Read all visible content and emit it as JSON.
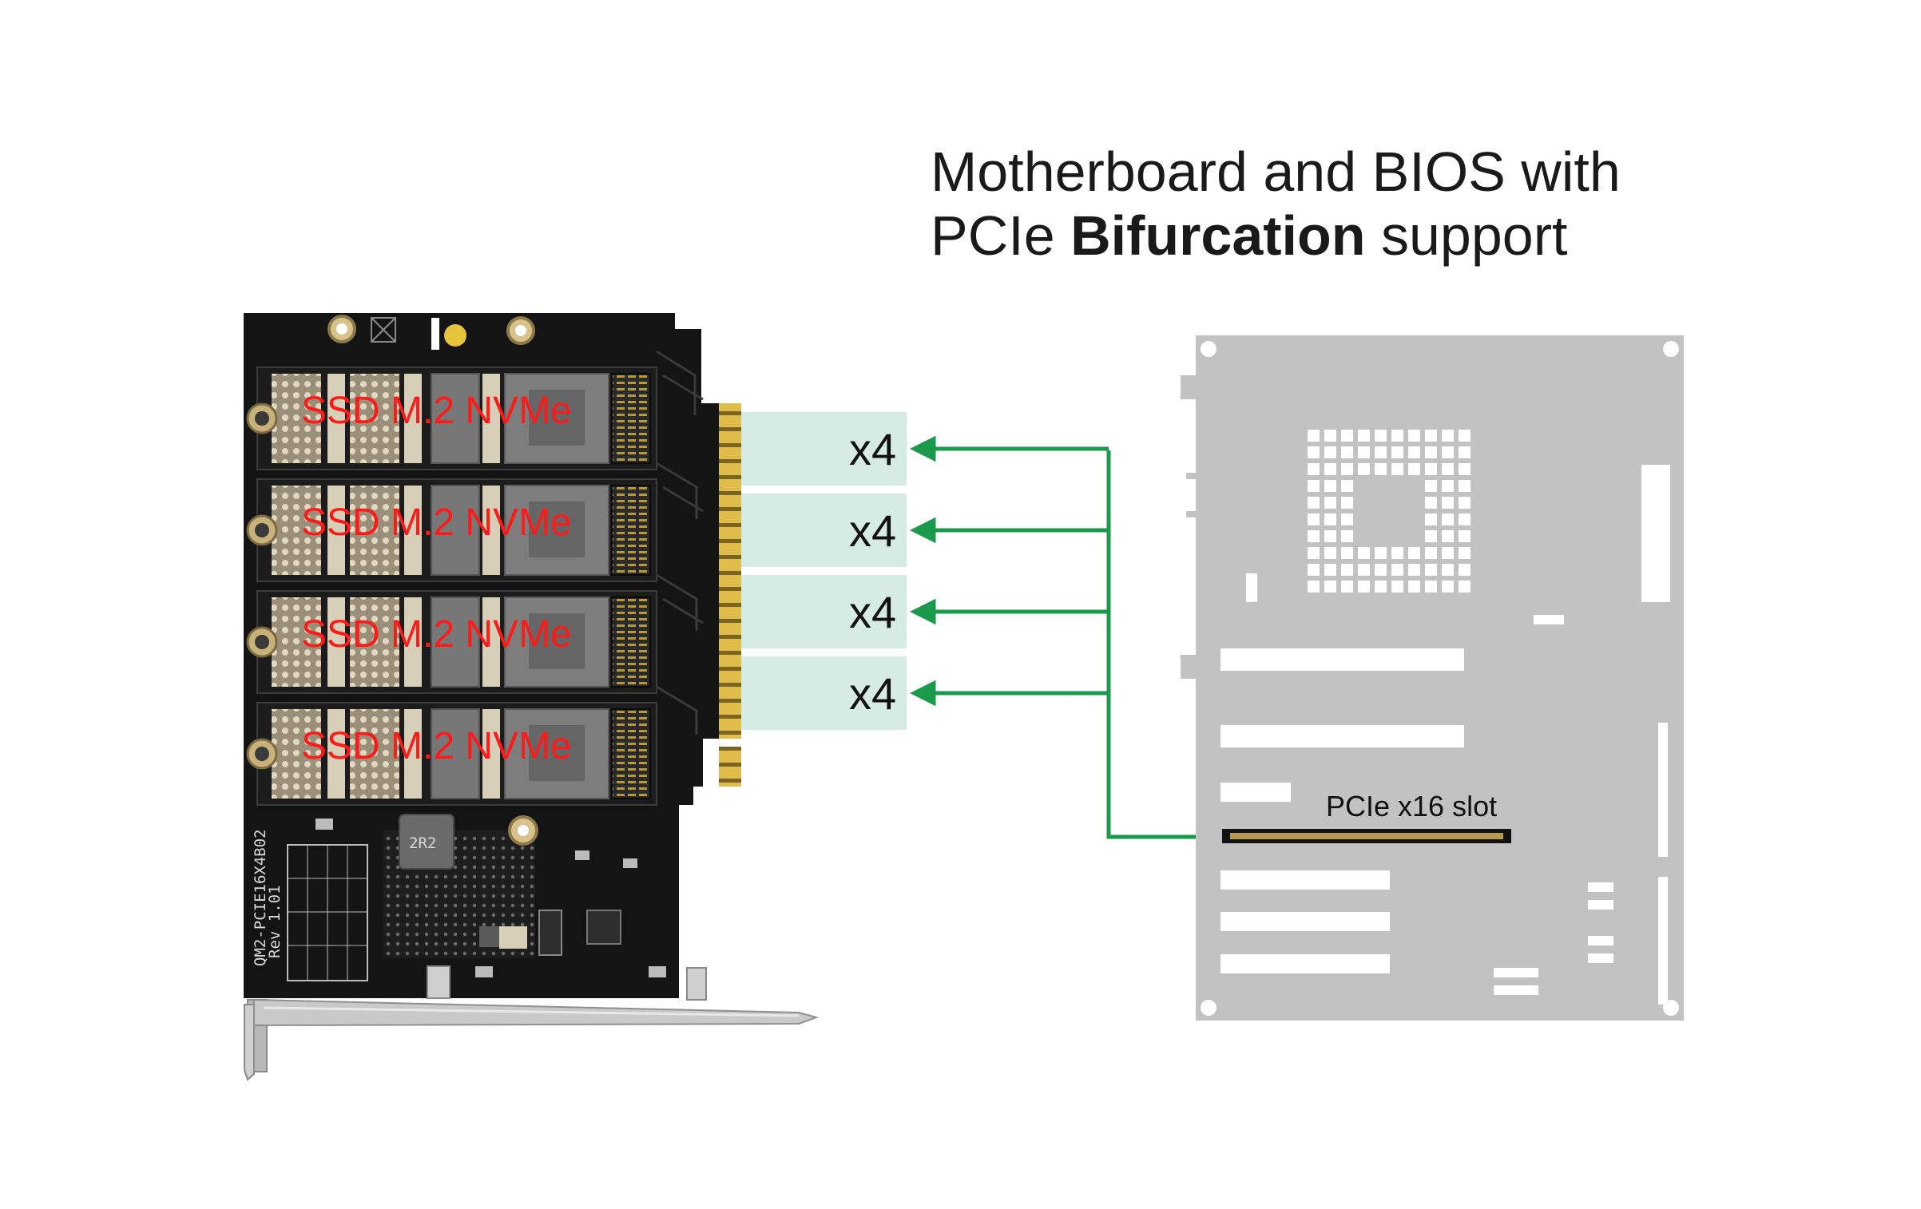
{
  "title": {
    "line1": "Motherboard and BIOS  with",
    "line2_prefix": "PCIe ",
    "line2_bold": "Bifurcation",
    "line2_suffix": " support"
  },
  "card": {
    "ssd_label": "SSD M.2 NVMe",
    "slot_count": 4,
    "silkscreen": {
      "model": "QM2-PCIE16X4B02",
      "revision": "Rev 1.01",
      "inductor": "2R2"
    }
  },
  "lanes": {
    "items": [
      {
        "label": "x4"
      },
      {
        "label": "x4"
      },
      {
        "label": "x4"
      },
      {
        "label": "x4"
      }
    ]
  },
  "motherboard": {
    "slot_label": "PCIe x16 slot"
  },
  "colors": {
    "arrow": "#1a9a4a",
    "lane_box": "#d5ebe4",
    "ssd_label": "#ff1a1a",
    "board_gray": "#c2c2c2",
    "pcb": "#141414",
    "gold": "#d9b441"
  }
}
